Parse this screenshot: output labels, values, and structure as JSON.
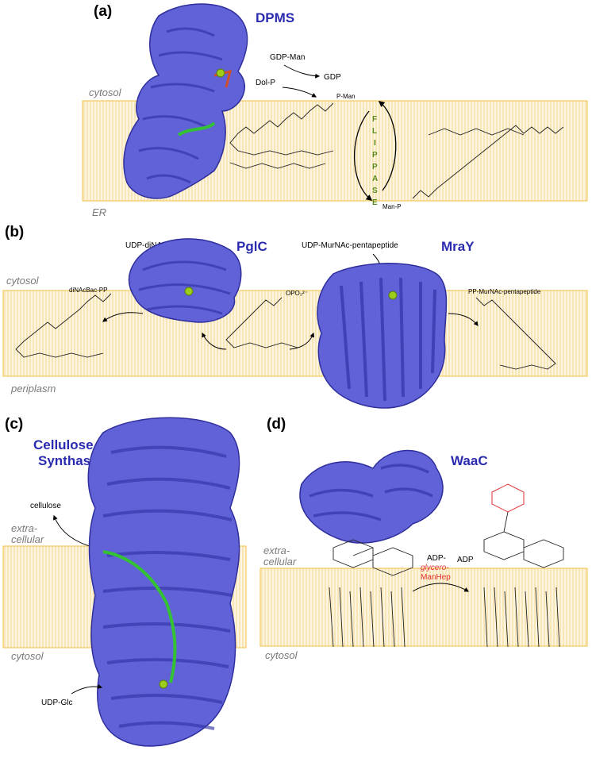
{
  "panels": {
    "a": {
      "label": "(a)",
      "protein": "DPMS",
      "top_side": "cytosol",
      "bottom_side": "ER",
      "donor": "GDP-Man",
      "product": "GDP",
      "acceptor": "Dol-P",
      "lipid_head_top": "P-Man",
      "lipid_head_bottom": "Man-P",
      "flippase": [
        "F",
        "L",
        "I",
        "P",
        "P",
        "A",
        "S",
        "E"
      ]
    },
    "b": {
      "label": "(b)",
      "protein_left": "PglC",
      "protein_right": "MraY",
      "top_side": "cytosol",
      "bottom_side": "periplasm",
      "donor_left": "UDP-diNAcBac",
      "donor_right": "UDP-MurNAc-pentapeptide",
      "product_left": "diNAcBac-PP",
      "substrate_head": "OPO₃²⁻",
      "product_right": "PP-MurNAc-pentapeptide"
    },
    "c": {
      "label": "(c)",
      "protein_line1": "Cellulose",
      "protein_line2": "Synthase",
      "top_side_line1": "extra-",
      "top_side_line2": "cellular",
      "bottom_side": "cytosol",
      "product": "cellulose",
      "donor": "UDP-Glc"
    },
    "d": {
      "label": "(d)",
      "protein": "WaaC",
      "top_side_line1": "extra-",
      "top_side_line2": "cellular",
      "bottom_side": "cytosol",
      "donor_line1": "ADP-",
      "donor_line2": "glycero-",
      "donor_line3": "ManHep",
      "product": "ADP"
    }
  },
  "colors": {
    "protein": "#5b5bd6",
    "protein_dark": "#3636a8",
    "membrane": "#f7c94a",
    "membrane_fill": "#fdf3d8",
    "ligand": "#33c233",
    "metal": "#9ccd1a",
    "flippase_text": "#5a8a1a",
    "highlight": "#e03030"
  }
}
